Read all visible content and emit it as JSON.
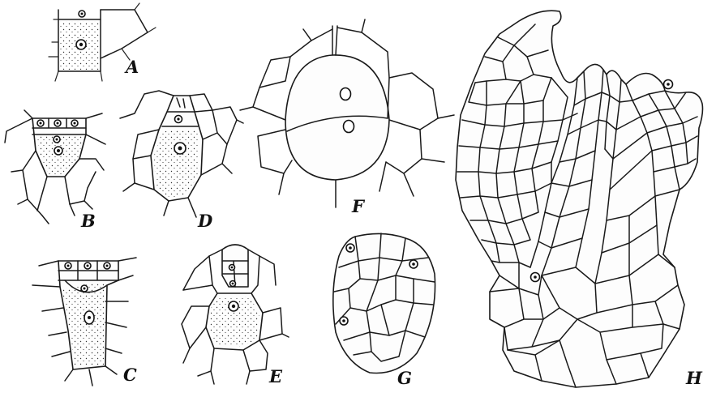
{
  "figure_labels": {
    "A": "A",
    "B": "B",
    "C": "C",
    "D": "D",
    "E": "E",
    "F": "F",
    "G": "G",
    "H": "H"
  }
}
